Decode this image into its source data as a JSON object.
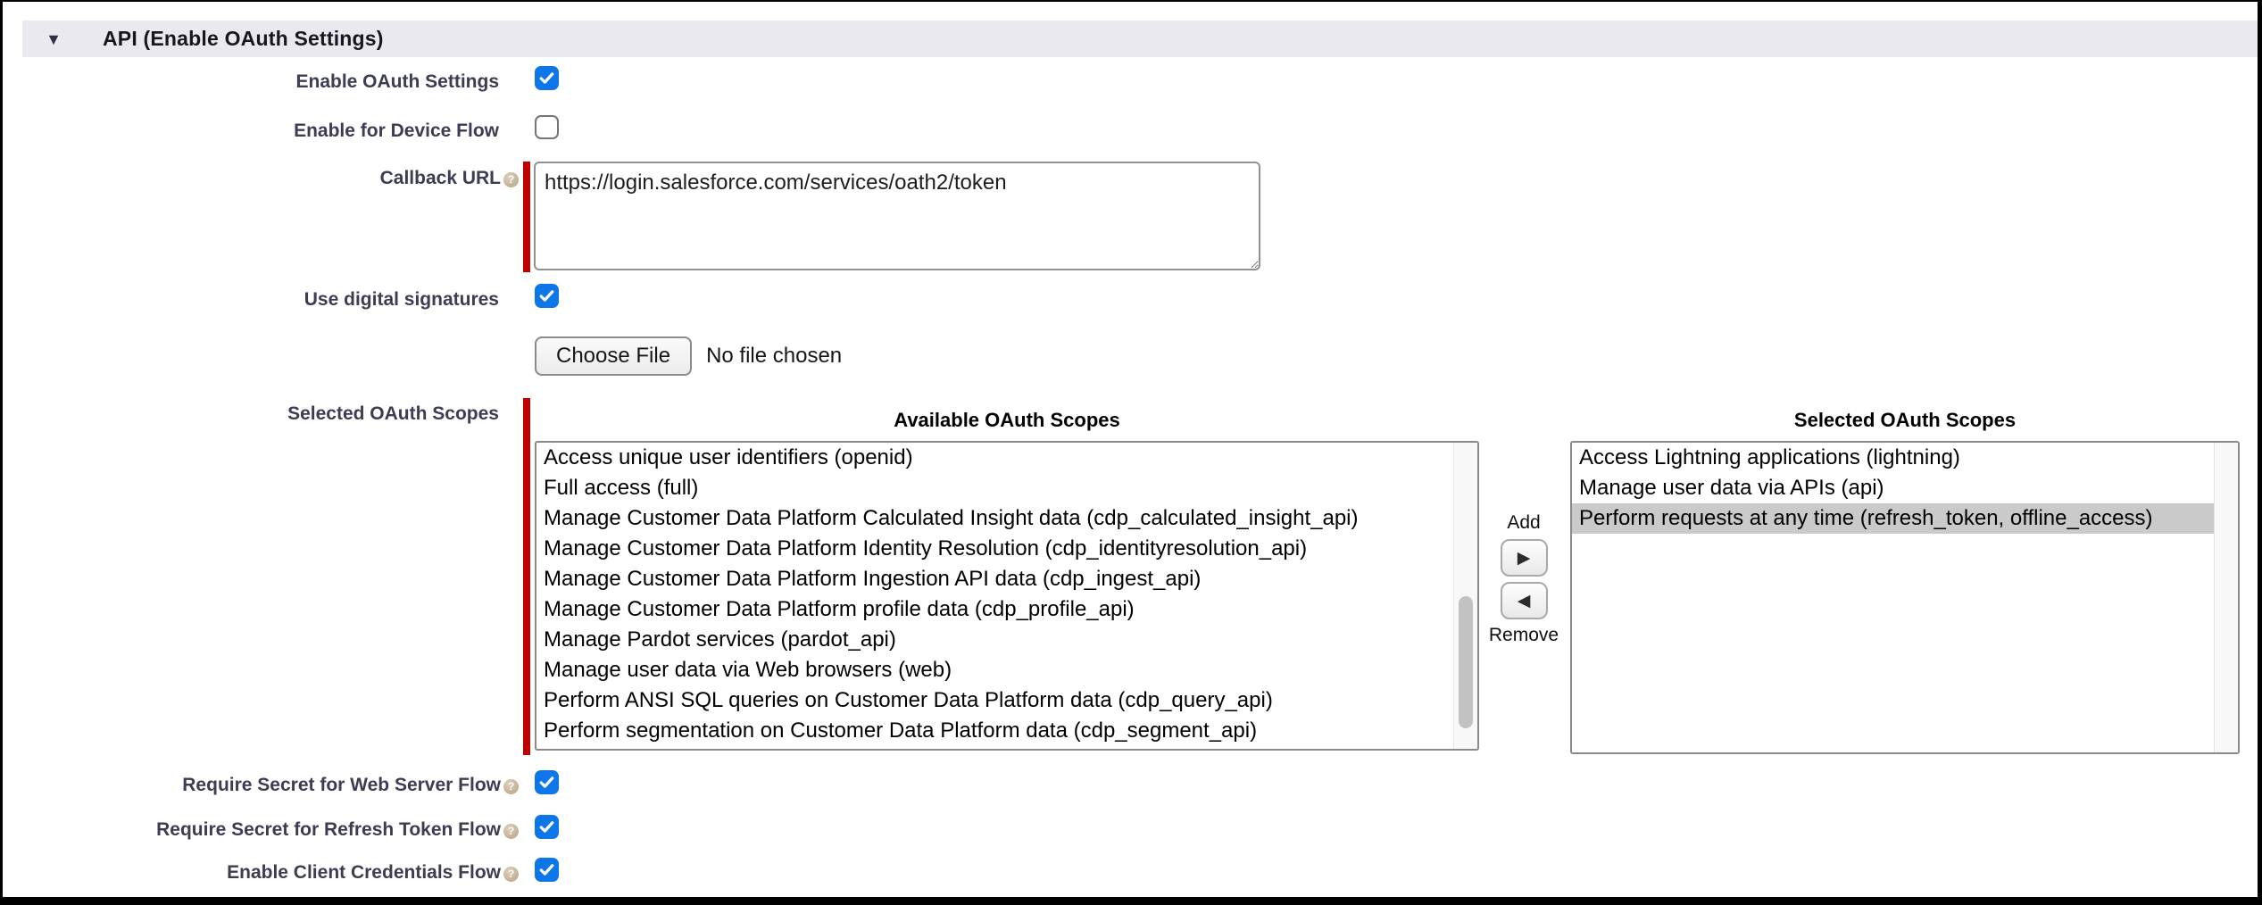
{
  "section": {
    "title": "API (Enable OAuth Settings)"
  },
  "icons": {
    "collapse": "▼",
    "add_arrow": "▶",
    "remove_arrow": "◀",
    "help": "?"
  },
  "fields": {
    "enable_oauth": {
      "label": "Enable OAuth Settings",
      "checked": true
    },
    "device_flow": {
      "label": "Enable for Device Flow",
      "checked": false
    },
    "callback_url": {
      "label": "Callback URL",
      "value": "https://login.salesforce.com/services/oath2/token"
    },
    "digital_signatures": {
      "label": "Use digital signatures",
      "checked": true
    },
    "file_upload": {
      "button_label": "Choose File",
      "status": "No file chosen"
    },
    "require_secret_web": {
      "label": "Require Secret for Web Server Flow",
      "checked": true
    },
    "require_secret_refresh": {
      "label": "Require Secret for Refresh Token Flow",
      "checked": true
    },
    "client_credentials": {
      "label": "Enable Client Credentials Flow",
      "checked": true
    }
  },
  "scopes": {
    "label": "Selected OAuth Scopes",
    "available_header": "Available OAuth Scopes",
    "selected_header": "Selected OAuth Scopes",
    "add_label": "Add",
    "remove_label": "Remove",
    "available": [
      "Access unique user identifiers (openid)",
      "Full access (full)",
      "Manage Customer Data Platform Calculated Insight data (cdp_calculated_insight_api)",
      "Manage Customer Data Platform Identity Resolution (cdp_identityresolution_api)",
      "Manage Customer Data Platform Ingestion API data (cdp_ingest_api)",
      "Manage Customer Data Platform profile data (cdp_profile_api)",
      "Manage Pardot services (pardot_api)",
      "Manage user data via Web browsers (web)",
      "Perform ANSI SQL queries on Customer Data Platform data (cdp_query_api)",
      "Perform segmentation on Customer Data Platform data (cdp_segment_api)"
    ],
    "selected": [
      {
        "label": "Access Lightning applications (lightning)",
        "selected": false
      },
      {
        "label": "Manage user data via APIs (api)",
        "selected": false
      },
      {
        "label": "Perform requests at any time (refresh_token, offline_access)",
        "selected": true
      }
    ]
  },
  "colors": {
    "accent_checkbox": "#0d76e9",
    "required_bar": "#c00101",
    "header_bg": "#e9e9ef",
    "selected_option_bg": "#cacaca"
  }
}
